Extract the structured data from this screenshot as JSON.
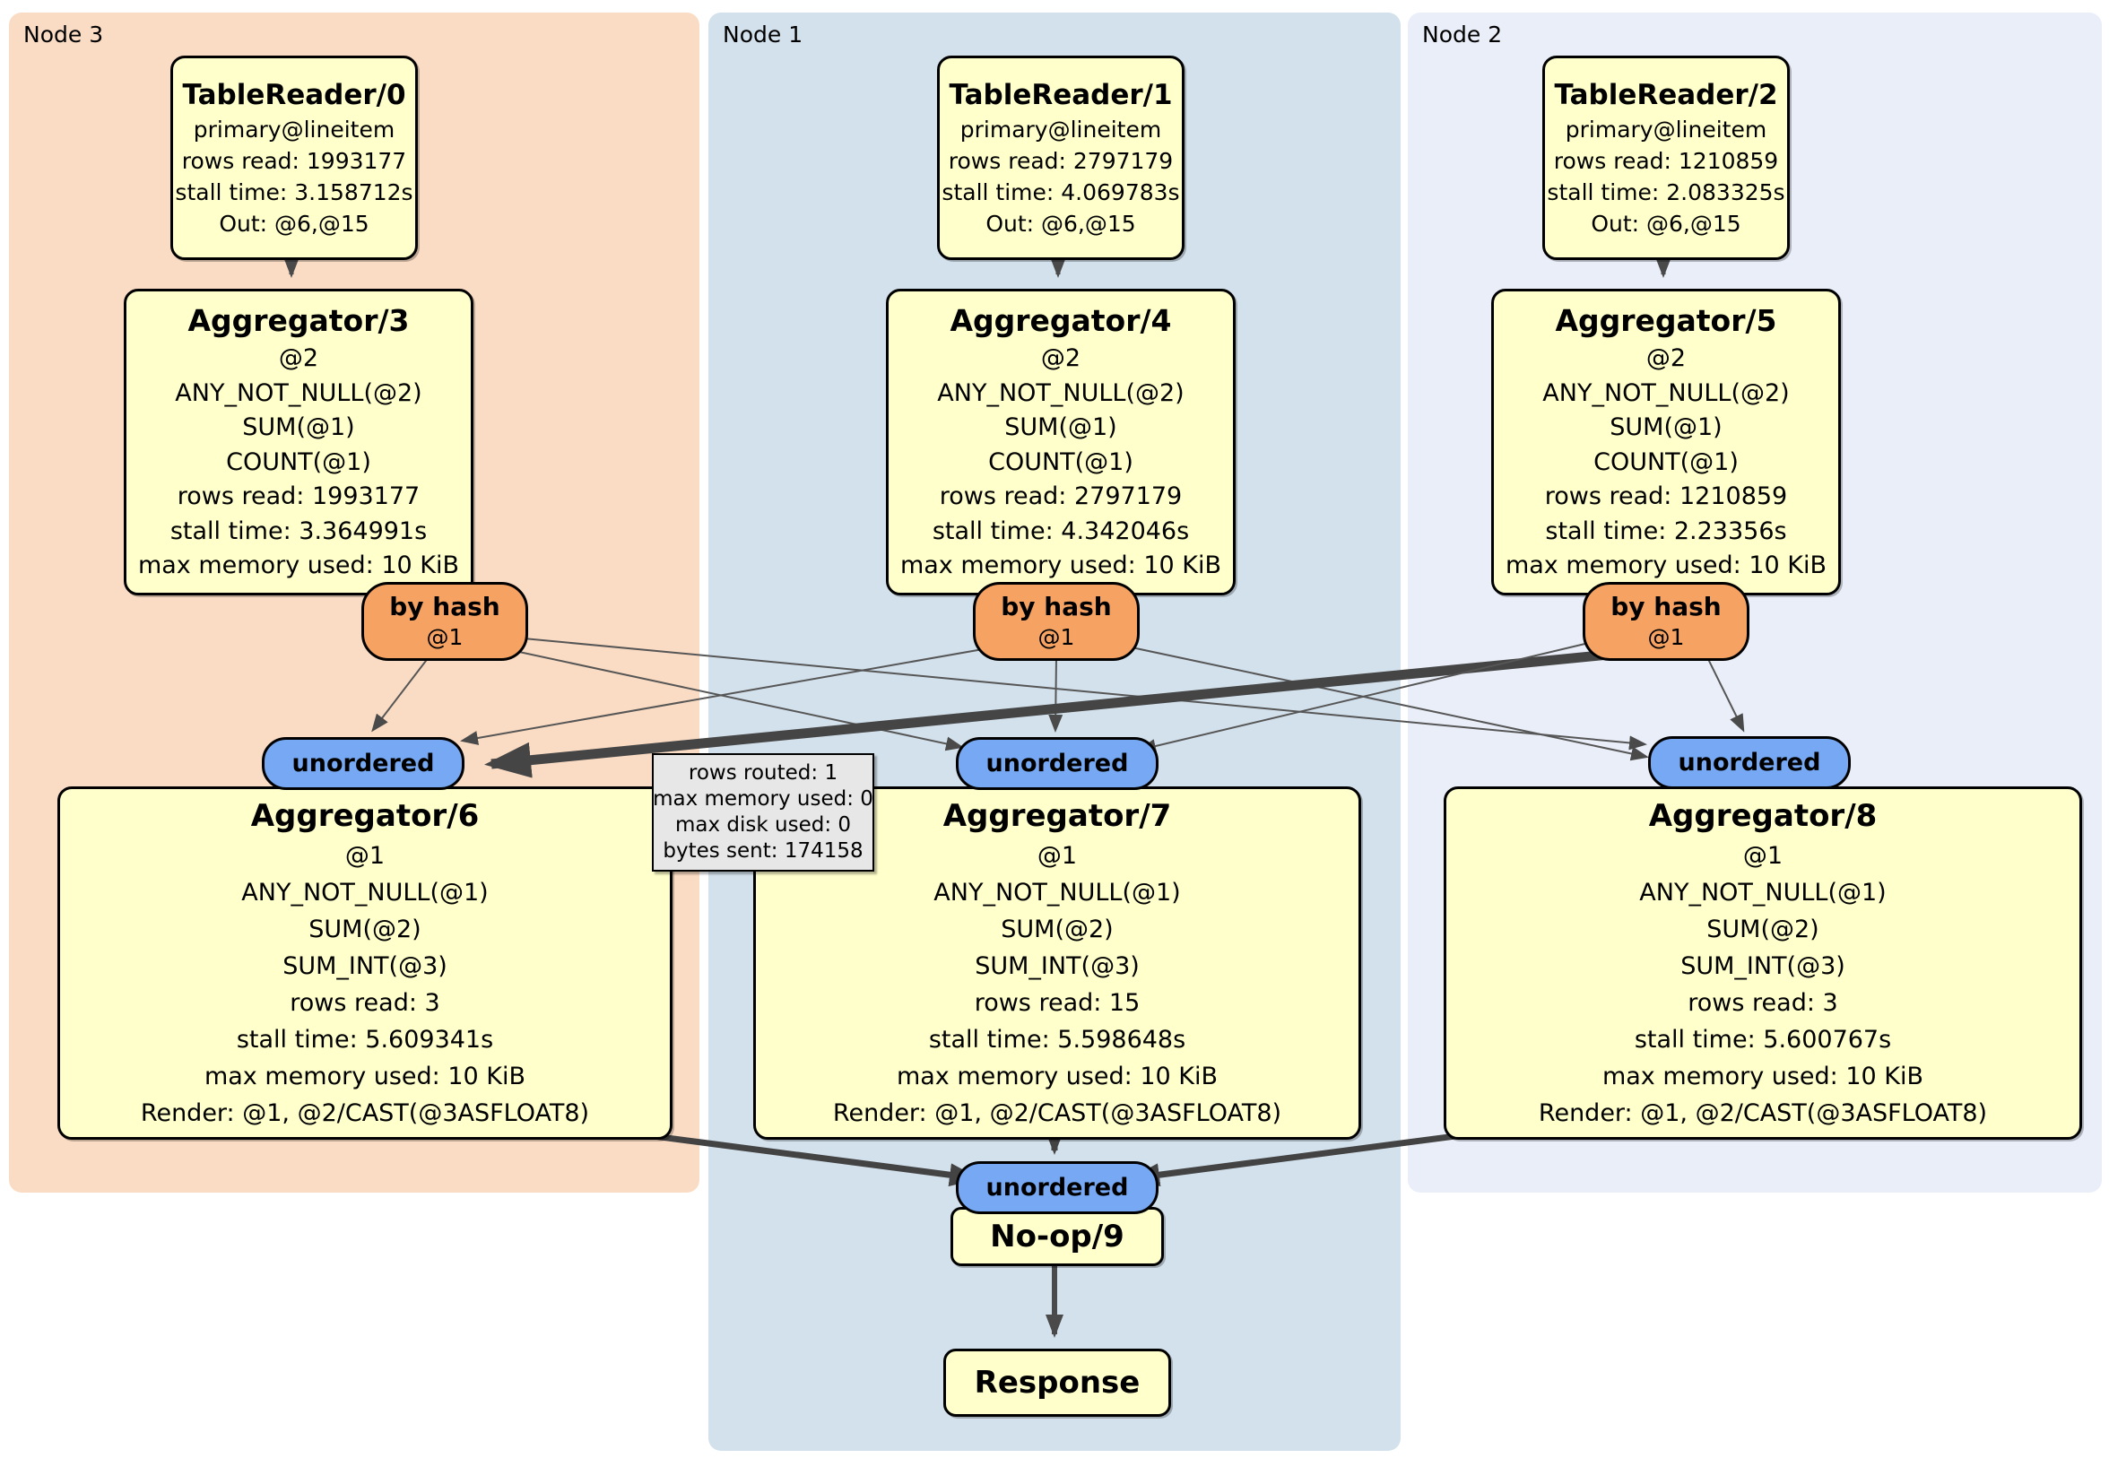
{
  "panels": {
    "node3": {
      "label": "Node 3",
      "bg": "#fadcc4"
    },
    "node1": {
      "label": "Node 1",
      "bg": "#d3e1ec"
    },
    "node2": {
      "label": "Node 2",
      "bg": "#e9eef8"
    }
  },
  "colors": {
    "processor_box_bg": "#ffffcb",
    "hash_router_bg": "#f5a263",
    "sync_oval_bg": "#77a8f3",
    "edge": "#4a4a4a",
    "tooltip_bg": "#e7e7e7"
  },
  "nodes": {
    "tr0": {
      "title": "TableReader/0",
      "lines": [
        "primary@lineitem",
        "rows read: 1993177",
        "stall time: 3.158712s",
        "Out: @6,@15"
      ]
    },
    "tr1": {
      "title": "TableReader/1",
      "lines": [
        "primary@lineitem",
        "rows read: 2797179",
        "stall time: 4.069783s",
        "Out: @6,@15"
      ]
    },
    "tr2": {
      "title": "TableReader/2",
      "lines": [
        "primary@lineitem",
        "rows read: 1210859",
        "stall time: 2.083325s",
        "Out: @6,@15"
      ]
    },
    "agg3": {
      "title": "Aggregator/3",
      "lines": [
        "@2",
        "ANY_NOT_NULL(@2)",
        "SUM(@1)",
        "COUNT(@1)",
        "rows read: 1993177",
        "stall time: 3.364991s",
        "max memory used: 10 KiB"
      ]
    },
    "agg4": {
      "title": "Aggregator/4",
      "lines": [
        "@2",
        "ANY_NOT_NULL(@2)",
        "SUM(@1)",
        "COUNT(@1)",
        "rows read: 2797179",
        "stall time: 4.342046s",
        "max memory used: 10 KiB"
      ]
    },
    "agg5": {
      "title": "Aggregator/5",
      "lines": [
        "@2",
        "ANY_NOT_NULL(@2)",
        "SUM(@1)",
        "COUNT(@1)",
        "rows read: 1210859",
        "stall time: 2.23356s",
        "max memory used: 10 KiB"
      ]
    },
    "agg6": {
      "title": "Aggregator/6",
      "lines": [
        "@1",
        "ANY_NOT_NULL(@1)",
        "SUM(@2)",
        "SUM_INT(@3)",
        "rows read: 3",
        "stall time: 5.609341s",
        "max memory used: 10 KiB",
        "Render: @1, @2/CAST(@3ASFLOAT8)"
      ]
    },
    "agg7": {
      "title": "Aggregator/7",
      "lines": [
        "@1",
        "ANY_NOT_NULL(@1)",
        "SUM(@2)",
        "SUM_INT(@3)",
        "rows read: 15",
        "stall time: 5.598648s",
        "max memory used: 10 KiB",
        "Render: @1, @2/CAST(@3ASFLOAT8)"
      ]
    },
    "agg8": {
      "title": "Aggregator/8",
      "lines": [
        "@1",
        "ANY_NOT_NULL(@1)",
        "SUM(@2)",
        "SUM_INT(@3)",
        "rows read: 3",
        "stall time: 5.600767s",
        "max memory used: 10 KiB",
        "Render: @1, @2/CAST(@3ASFLOAT8)"
      ]
    },
    "noop": {
      "title": "No-op/9"
    },
    "response": {
      "title": "Response"
    }
  },
  "routers": {
    "by_hash": {
      "label": "by hash",
      "sub": "@1"
    },
    "unordered": {
      "label": "unordered"
    }
  },
  "tooltip": {
    "lines": [
      "rows routed: 1",
      "max memory used: 0",
      "max disk used: 0",
      "bytes sent: 174158"
    ]
  }
}
